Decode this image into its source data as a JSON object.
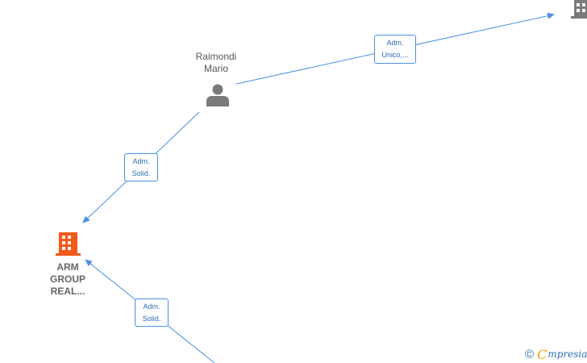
{
  "nodes": {
    "person": {
      "line1": "Raimondi",
      "line2": "Mario"
    },
    "company": {
      "line1": "ARM",
      "line2": "GROUP",
      "line3": "REAL..."
    }
  },
  "edges": {
    "top_right": {
      "line1": "Adm.",
      "line2": "Unico,..."
    },
    "person_to_company": {
      "line1": "Adm.",
      "line2": "Solid."
    },
    "bottom_to_company": {
      "line1": "Adm.",
      "line2": "Solid."
    }
  },
  "brand": {
    "copyright": "©",
    "logo_letter": "C",
    "logo_rest": "mpresia"
  },
  "colors": {
    "edge": "#4a90e2",
    "person_icon": "#7a7a7a",
    "company_active": "#f25a1c",
    "company_other": "#7a7a7a",
    "brand_blue": "#2f6db5",
    "brand_orange": "#f5a300"
  }
}
